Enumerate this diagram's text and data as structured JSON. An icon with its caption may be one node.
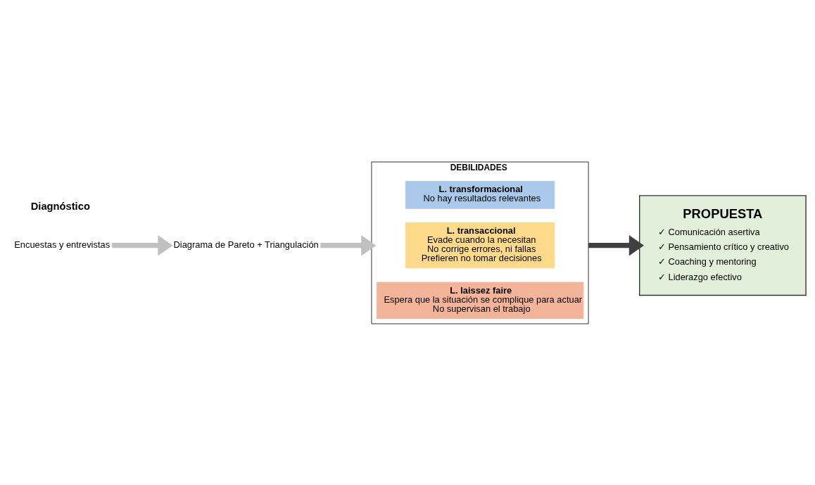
{
  "diagram": {
    "nodes": [
      {
        "text": [
          "Encuestas y entrevistas"
        ]
      },
      {
        "text": [
          "Diagrama de Pareto + Triangulación"
        ]
      },
      {
        "text": [
          "DEBILIDADES"
        ]
      },
      {
        "text": [
          "L. transformacional",
          "No hay resultados relevantes"
        ],
        "in": 2
      },
      {
        "text": [
          "L. transaccional",
          "Evade cuando la necesitan",
          "No corrige errores, ni fallas",
          "Prefieren no tomar decisiones"
        ],
        "in": 2
      },
      {
        "text": [
          "L. laissez faire",
          "Espera que la situación se complique para actuar",
          "No supervisan el trabajo"
        ],
        "in": 2
      },
      {
        "text": [
          "PROPUESTA",
          "✓ Comunicación asertiva",
          "✓ Pensamiento crítico y creativo",
          "✓ Coaching y mentoring",
          "✓ Liderazgo efectivo"
        ]
      }
    ],
    "edges": [
      {
        "from": 0,
        "to": 1,
        "arrow": "to"
      },
      {
        "from": 1,
        "to": 2,
        "arrow": "to"
      },
      {
        "from": 2,
        "to": 6,
        "arrow": "to",
        "color": "#404040"
      }
    ],
    "labels": [
      "Diagnóstico"
    ]
  }
}
